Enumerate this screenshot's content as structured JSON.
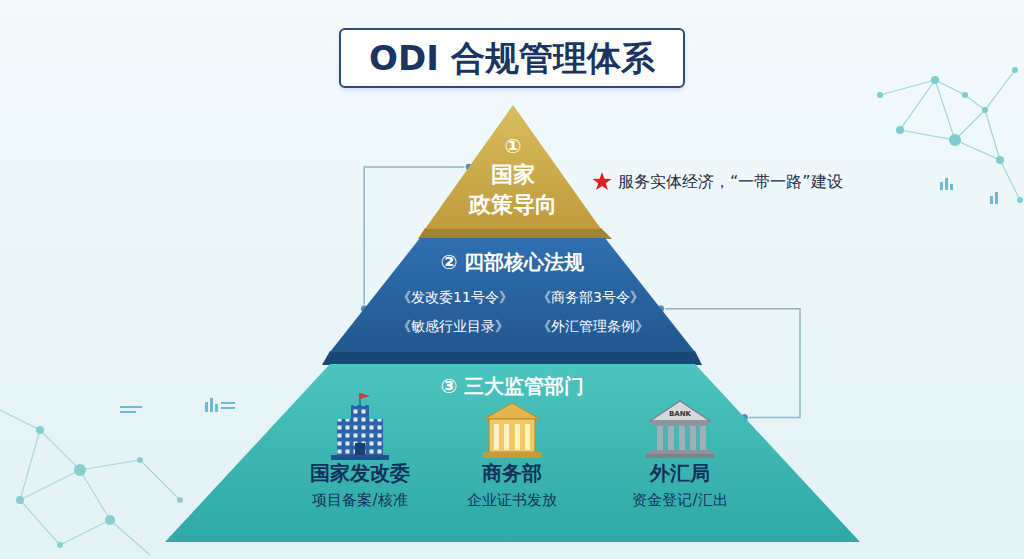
{
  "diagram": {
    "title": "ODI 合规管理体系",
    "nodes": [
      {
        "text": [
          "①",
          "国家 政策导向"
        ]
      },
      {
        "text": [
          "② 四部核心法规"
        ]
      },
      {
        "text": [
          "③ 三大监管部门"
        ]
      }
    ],
    "edges": [
      {
        "from": 0,
        "to": 1,
        "arrow": "none"
      },
      {
        "from": 1,
        "to": 2,
        "arrow": "none"
      }
    ],
    "labels": [
      "服务实体经济，“一带一路”建设",
      "《发改委11号令》",
      "《商务部3号令》",
      "《敏感行业目录》",
      "《外汇管理条例》",
      "国家发改委",
      "项目备案/核准",
      "商务部",
      "企业证书发放",
      "外汇局",
      "资金登记/汇出",
      "BANK"
    ]
  }
}
